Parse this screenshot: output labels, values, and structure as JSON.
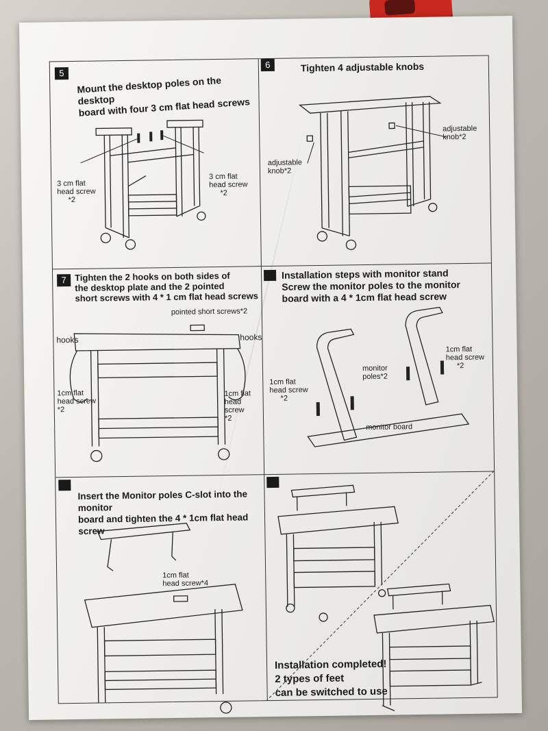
{
  "document": {
    "steps": [
      {
        "number": "5",
        "title_lines": [
          "Mount the desktop poles on the desktop",
          "board with four 3 cm flat head screws"
        ],
        "labels": {
          "left": [
            "3 cm flat",
            "head screw",
            "*2"
          ],
          "right": [
            "3 cm flat",
            "head screw",
            "*2"
          ]
        }
      },
      {
        "number": "6",
        "title_lines": [
          "Tighten 4 adjustable knobs"
        ],
        "labels": {
          "left": [
            "adjustable",
            "knob*2"
          ],
          "right": [
            "adjustable",
            "knob*2"
          ]
        }
      },
      {
        "number": "7",
        "title_lines": [
          "Tighten the 2 hooks on both sides of",
          "the desktop plate and the 2 pointed",
          "short screws with 4 * 1 cm flat head screws"
        ],
        "labels": {
          "top": "pointed short screws*2",
          "hooks_left": "hooks",
          "hooks_right": "hooks",
          "left": [
            "1cm flat",
            "head screw",
            "*2"
          ],
          "right": [
            "1cm flat",
            "head screw",
            "*2"
          ]
        }
      },
      {
        "number": "",
        "title_lines": [
          "Installation steps with monitor stand",
          "Screw the monitor poles to the monitor",
          "board with a 4 * 1cm flat head screw"
        ],
        "labels": {
          "left": [
            "1cm flat",
            "head screw",
            "*2"
          ],
          "mid": [
            "monitor",
            "poles*2"
          ],
          "right": [
            "1cm flat",
            "head screw",
            "*2"
          ],
          "board": "monitor board"
        }
      },
      {
        "number": "",
        "title_lines": [
          "Insert the Monitor poles C-slot into the monitor",
          "board and tighten the 4 * 1cm flat head screw"
        ],
        "labels": {
          "center": [
            "1cm flat",
            "head screw*4"
          ]
        }
      },
      {
        "number": "",
        "title_lines": [
          "Installation completed!",
          "2 types of feet",
          "can be switched to use"
        ]
      }
    ]
  },
  "colors": {
    "paper": "#f3f2ef",
    "ink": "#1a1a1a",
    "accent": "#c8281e"
  },
  "icons": {
    "desk": "desk-drawing-icon",
    "monitor_stand": "monitor-stand-icon"
  }
}
